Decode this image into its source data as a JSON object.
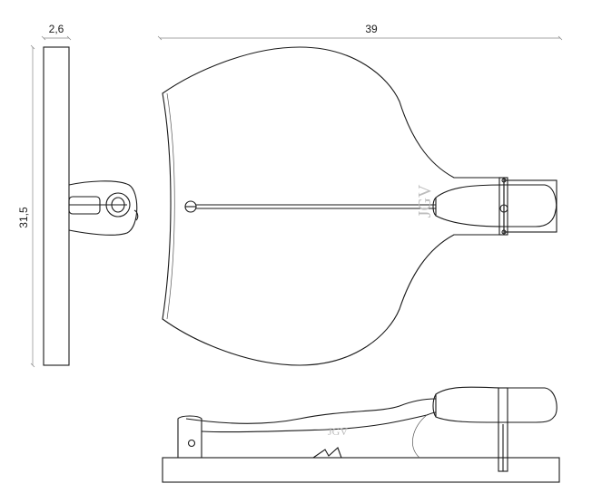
{
  "dimensions": {
    "thickness": "2,6",
    "length": "39",
    "width": "31,5"
  },
  "logo": {
    "text": "JGV"
  }
}
